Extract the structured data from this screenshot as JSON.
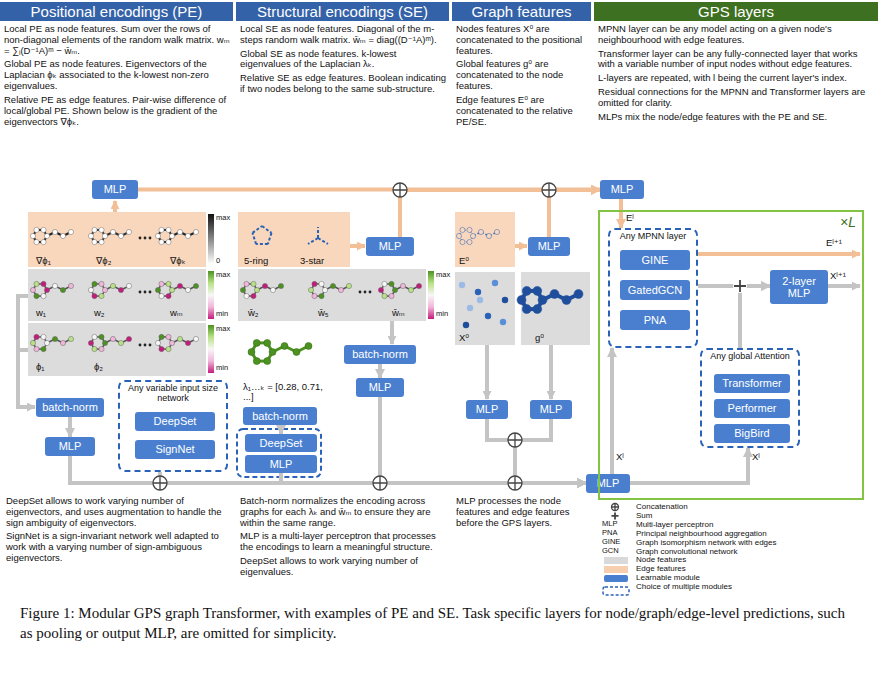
{
  "diagram": {
    "caption": "Figure 1: Modular GPS graph Transformer, with examples of PE and SE. Task specific layers for node/graph/edge-level predictions, such as pooling or output MLP, are omitted for simplicity.",
    "nodes": [
      {
        "text": [
          "Positional encodings (PE)"
        ]
      },
      {
        "text": [
          "Structural encodings (SE)"
        ]
      },
      {
        "text": [
          "Graph features"
        ]
      },
      {
        "text": [
          "GPS layers"
        ]
      },
      {
        "text": [
          "MLP"
        ]
      },
      {
        "text": [
          "batch-norm"
        ]
      },
      {
        "text": [
          "MLP"
        ]
      },
      {
        "text": [
          "Any variable input size network"
        ]
      },
      {
        "text": [
          "DeepSet"
        ],
        "in": 7
      },
      {
        "text": [
          "SignNet"
        ],
        "in": 7
      },
      {
        "text": [
          "MLP"
        ]
      },
      {
        "text": [
          "batch-norm"
        ]
      },
      {
        "text": [
          "DeepSet"
        ]
      },
      {
        "text": [
          "MLP"
        ]
      },
      {
        "text": [
          "batch-norm"
        ]
      },
      {
        "text": [
          "MLP"
        ]
      },
      {
        "text": [
          "MLP"
        ]
      },
      {
        "text": [
          "MLP"
        ]
      },
      {
        "text": [
          "MLP"
        ]
      },
      {
        "text": [
          "MLP"
        ]
      },
      {
        "text": [
          "MLP"
        ]
      },
      {
        "text": [
          "×L"
        ]
      },
      {
        "text": [
          "Any MPNN layer"
        ],
        "in": 21
      },
      {
        "text": [
          "GINE"
        ],
        "in": 22
      },
      {
        "text": [
          "GatedGCN"
        ],
        "in": 22
      },
      {
        "text": [
          "PNA"
        ],
        "in": 22
      },
      {
        "text": [
          "2-layer MLP"
        ],
        "in": 21
      },
      {
        "text": [
          "Any global Attention"
        ],
        "in": 21
      },
      {
        "text": [
          "Transformer"
        ],
        "in": 27
      },
      {
        "text": [
          "Performer"
        ],
        "in": 27
      },
      {
        "text": [
          "BigBird"
        ],
        "in": 27
      }
    ],
    "edges": [
      {
        "from": 5,
        "to": 6,
        "arrow": "to"
      },
      {
        "from": 11,
        "to": 12,
        "arrow": "to"
      },
      {
        "from": 14,
        "to": 15,
        "arrow": "to"
      },
      {
        "from": 4,
        "to": 20,
        "arrow": "to"
      },
      {
        "from": 10,
        "to": 20,
        "arrow": "to"
      },
      {
        "from": 16,
        "to": 20,
        "arrow": "to"
      },
      {
        "from": 6,
        "to": 19,
        "arrow": "to"
      },
      {
        "from": 7,
        "to": 19,
        "arrow": "to"
      },
      {
        "from": 13,
        "to": 19,
        "arrow": "to"
      },
      {
        "from": 15,
        "to": 19,
        "arrow": "to"
      },
      {
        "from": 17,
        "to": 19,
        "arrow": "to"
      },
      {
        "from": 18,
        "to": 19,
        "arrow": "to"
      },
      {
        "from": 19,
        "to": 22,
        "arrow": "to"
      },
      {
        "from": 19,
        "to": 27,
        "arrow": "to"
      },
      {
        "from": 20,
        "to": 22,
        "arrow": "to"
      },
      {
        "from": 22,
        "to": 26,
        "arrow": "to"
      },
      {
        "from": 27,
        "to": 26,
        "arrow": "to"
      }
    ],
    "labels": [
      "Local PE as node features. Sum over the rows of non-diagonal elements of the random walk matrix. wₘ = ∑ᵢ(D⁻¹A)ᵐ − w̄ₘ.",
      "Global PE as node features. Eigenvectors of the Laplacian ϕₖ associated to the k-lowest non-zero eigenvalues.",
      "Relative PE as edge features. Pair-wise difference of local/global PE. Shown below is the gradient of the eigenvectors ∇ϕₖ.",
      "Local SE as node features. Diagonal of the m-steps random walk matrix. w̄ₘ = diag((D⁻¹A)ᵐ).",
      "Global SE as node features. k-lowest eigenvalues of the Laplacian λₖ.",
      "Relative SE as edge features. Boolean indicating if two nodes belong to the same sub-structure.",
      "Nodes features X⁰ are concatenated to the positional features.",
      "Global features g⁰ are concatenated to the node features.",
      "Edge features E⁰ are concatenated to the relative PE/SE.",
      "MPNN layer can be any model acting on a given node's neighbourhood with edge features.",
      "Transformer layer can be any fully-connected layer that works with a variable number of input nodes without edge features.",
      "L-layers are repeated, with l being the current layer's index.",
      "Residual connections for the MPNN and Transformer layers are omitted for clarity.",
      "MLPs mix the node/edge features with the PE and SE.",
      "∇ϕ₁",
      "∇ϕ₂",
      "∇ϕₖ",
      "max",
      "0",
      "w₁",
      "w₂",
      "wₘ",
      "max",
      "min",
      "ϕ₁",
      "ϕ₂",
      "max",
      "min",
      "5-ring",
      "3-star",
      "w̄₂",
      "w̄₅",
      "w̄ₘ",
      "max",
      "min",
      "λ₁…ₖ = [0.28, 0.71, ...]",
      "E⁰",
      "X⁰",
      "g⁰",
      "Eˡ",
      "Eˡ⁺¹",
      "Xˡ⁺¹",
      "Xˡ",
      "Xˡ",
      "MLP",
      "PNA",
      "GINE",
      "GCN",
      "DeepSet allows to work varying number of eigenvectors, and uses augmentation to handle the sign ambiguity of eigenvectors.",
      "SignNet is a sign-invariant network well adapted to work with a varying number of sign-ambiguous eigenvectors.",
      "Batch-norm normalizes the encoding across graphs for each λₖ and w̄ₘ to ensure they are within the same range.",
      "MLP is a multi-layer perceptron that processes the encodings to learn a meaningful structure.",
      "DeepSet allows to work varying number of eigenvalues.",
      "MLP processes the node features and edge features before the GPS layers."
    ],
    "legend": [
      {
        "text": "Concatenation"
      },
      {
        "text": "Sum"
      },
      {
        "text": "Multi-layer perceptron"
      },
      {
        "text": "Principal neighbourhood aggregation"
      },
      {
        "text": "Graph isomorphism network with edges"
      },
      {
        "text": "Graph convolutional network"
      },
      {
        "text": "Node features",
        "color": "#d9d9d9"
      },
      {
        "text": "Edge features",
        "color": "#f8cfae"
      },
      {
        "text": "Learnable module",
        "color": "#4a7fcf"
      },
      {
        "text": "Choice of multiple modules"
      }
    ]
  }
}
